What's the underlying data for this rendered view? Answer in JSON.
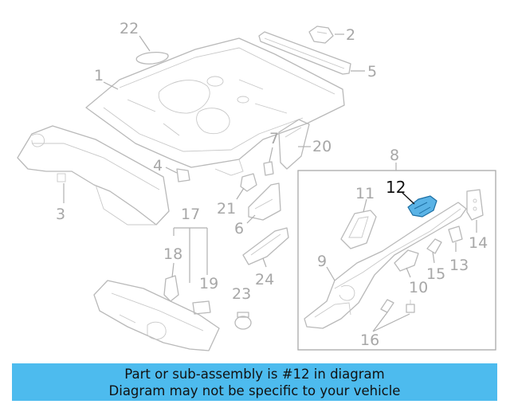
{
  "diagram": {
    "highlight_color": "#5ab3e6",
    "callouts": {
      "c1": "1",
      "c2": "2",
      "c3": "3",
      "c4": "4",
      "c5": "5",
      "c6": "6",
      "c7": "7",
      "c8": "8",
      "c9": "9",
      "c10": "10",
      "c11": "11",
      "c12": "12",
      "c13": "13",
      "c14": "14",
      "c15": "15",
      "c16": "16",
      "c17": "17",
      "c18": "18",
      "c19": "19",
      "c20": "20",
      "c21": "21",
      "c22": "22",
      "c23": "23",
      "c24": "24"
    },
    "highlighted_callout": "12"
  },
  "banner": {
    "line1": "Part or sub-assembly is #12 in diagram",
    "line2": "Diagram may not be specific to your vehicle",
    "background": "#4dbbee"
  }
}
